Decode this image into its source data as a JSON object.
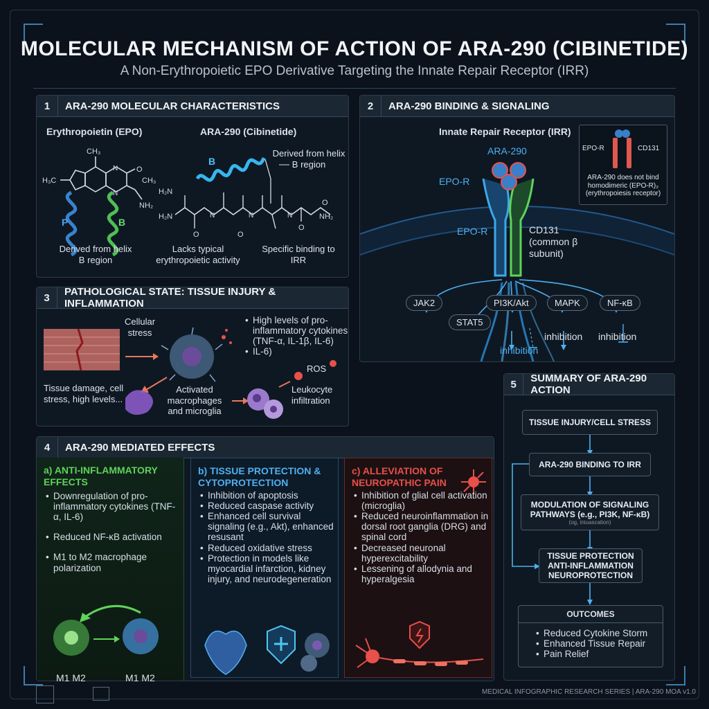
{
  "header": {
    "title": "MOLECULAR MECHANISM OF ACTION OF ARA-290 (CIBINETIDE)",
    "subtitle": "A Non-Erythropoietic EPO Derivative Targeting the Innate Repair Receptor (IRR)"
  },
  "panel1": {
    "num": "1",
    "title": "ARA-290 MOLECULAR CHARACTERISTICS",
    "epo_label": "Erythropoietin (EPO)",
    "ara_label": "ARA-290 (Cibinetide)",
    "helix_p": "P",
    "helix_b": "B",
    "helix_b2": "B",
    "derived_top": "Derived from helix B region",
    "derived_left": "Derived from helix B region",
    "lacks": "Lacks typical erythropoietic activity",
    "specific": "Specific binding to IRR",
    "chem": {
      "ch3": "CH₃",
      "h3c": "H₃C",
      "ch3b": "CH₃",
      "nh2": "NH₂",
      "h2n": "H₂N",
      "h2n2": "H₂N",
      "nh2b": "NH₂",
      "o": "O",
      "n": "N"
    }
  },
  "panel2": {
    "num": "2",
    "title": "ARA-290 BINDING & SIGNALING",
    "irr": "Innate Repair Receptor (IRR)",
    "ara290": "ARA-290",
    "epor_top": "EPO-R",
    "epor_bottom": "EPO-R",
    "cd131": "CD131 (common β subunit)",
    "inset_epor": "EPO-R",
    "inset_cd131": "CD131",
    "inset_note": "ARA-290 does not bind homodimeric (EPO-R)₂ (erythropoiesis receptor)",
    "pathways": [
      "JAK2",
      "PI3K/Akt",
      "MAPK",
      "NF-κB",
      "STAT5"
    ],
    "inhibition_labels": [
      "inhibition",
      "inhibition",
      "inhibition"
    ]
  },
  "panel3": {
    "num": "3",
    "title": "PATHOLOGICAL STATE: TISSUE INJURY & INFLAMMATION",
    "cellular_stress": "Cellular stress",
    "tissue_damage": "Tissue damage, cell stress, high levels...",
    "activated": "Activated macrophages and microglia",
    "bullets": [
      "High levels of pro-inflammatory cytokines (TNF-α, IL-1β, IL-6)",
      "IL-6)"
    ],
    "ros": "ROS",
    "leukocyte": "Leukocyte infiltration"
  },
  "panel4": {
    "num": "4",
    "title": "ARA-290 MEDIATED EFFECTS",
    "a": {
      "title": "a) ANTI-INFLAMMATORY EFFECTS",
      "items": [
        "Downregulation of pro-inflammatory cytokines (TNF-α, IL-6)",
        "Reduced NF-κB activation",
        "M1 to M2 macrophage polarization"
      ],
      "label_left": "M1 M2",
      "label_right": "M1 M2"
    },
    "b": {
      "title": "b) TISSUE PROTECTION & CYTOPROTECTION",
      "items": [
        "Inhibition of apoptosis",
        "Reduced caspase activity",
        "Enhanced cell survival signaling (e.g., Akt), enhanced resusant",
        "Reduced oxidative stress",
        "Protection in models like myocardial infarction, kidney injury, and neurodegeneration"
      ]
    },
    "c": {
      "title": "c) ALLEVIATION OF NEUROPATHIC PAIN",
      "items": [
        "Inhibition of glial cell activation (microglia)",
        "Reduced neuroinflammation in dorsal root ganglia (DRG) and spinal cord",
        "Decreased neuronal hyperexcitability",
        "Lessening of allodynia and hyperalgesia"
      ]
    }
  },
  "panel5": {
    "num": "5",
    "title": "SUMMARY OF ARA-290 ACTION",
    "steps": [
      "TISSUE INJURY/CELL STRESS",
      "ARA-290 BINDING TO IRR",
      "MODULATION OF SIGNALING PATHWAYS (e.g., PI3K, NF-κB)",
      "TISSUE PROTECTION ANTI-INFLAMMATION NEUROPROTECTION"
    ],
    "step3_sub": "(og, iniuascation)",
    "outcomes_title": "OUTCOMES",
    "outcomes": [
      "Reduced Cytokine Storm",
      "Enhanced Tissue Repair",
      "Pain Relief"
    ]
  },
  "footer": {
    "series": "MEDICAL INFOGRAPHIC RESEARCH SERIES | ARA-290 MOA v1.0"
  },
  "colors": {
    "blue": "#3ea8e8",
    "green": "#5fd35a",
    "red": "#e8504a",
    "panel": "#0e1823"
  }
}
